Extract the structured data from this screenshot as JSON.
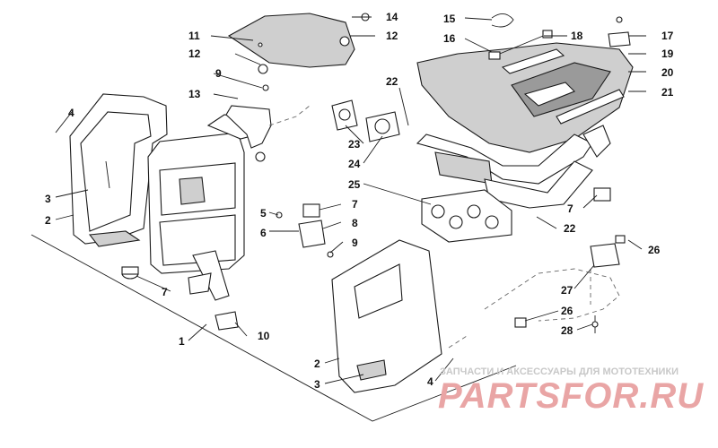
{
  "diagram": {
    "callouts": {
      "c1": "1",
      "c2a": "2",
      "c2b": "2",
      "c3a": "3",
      "c3b": "3",
      "c4a": "4",
      "c4b": "4",
      "c5": "5",
      "c6": "6",
      "c7a": "7",
      "c7b": "7",
      "c7c": "7",
      "c8": "8",
      "c9a": "9",
      "c9b": "9",
      "c10": "10",
      "c11": "11",
      "c12a": "12",
      "c12b": "12",
      "c13": "13",
      "c14": "14",
      "c15": "15",
      "c16": "16",
      "c17": "17",
      "c18": "18",
      "c19": "19",
      "c20": "20",
      "c21": "21",
      "c22a": "22",
      "c22b": "22",
      "c23": "23",
      "c24": "24",
      "c25": "25",
      "c26a": "26",
      "c26b": "26",
      "c27": "27",
      "c28": "28"
    }
  },
  "watermark": {
    "caption": "ЗАПЧАСТИ И АКСЕССУАРЫ ДЛЯ МОТОТЕХНИКИ",
    "brand": "PARTSFOR.RU",
    "brand_color": "#e9a5a5"
  }
}
